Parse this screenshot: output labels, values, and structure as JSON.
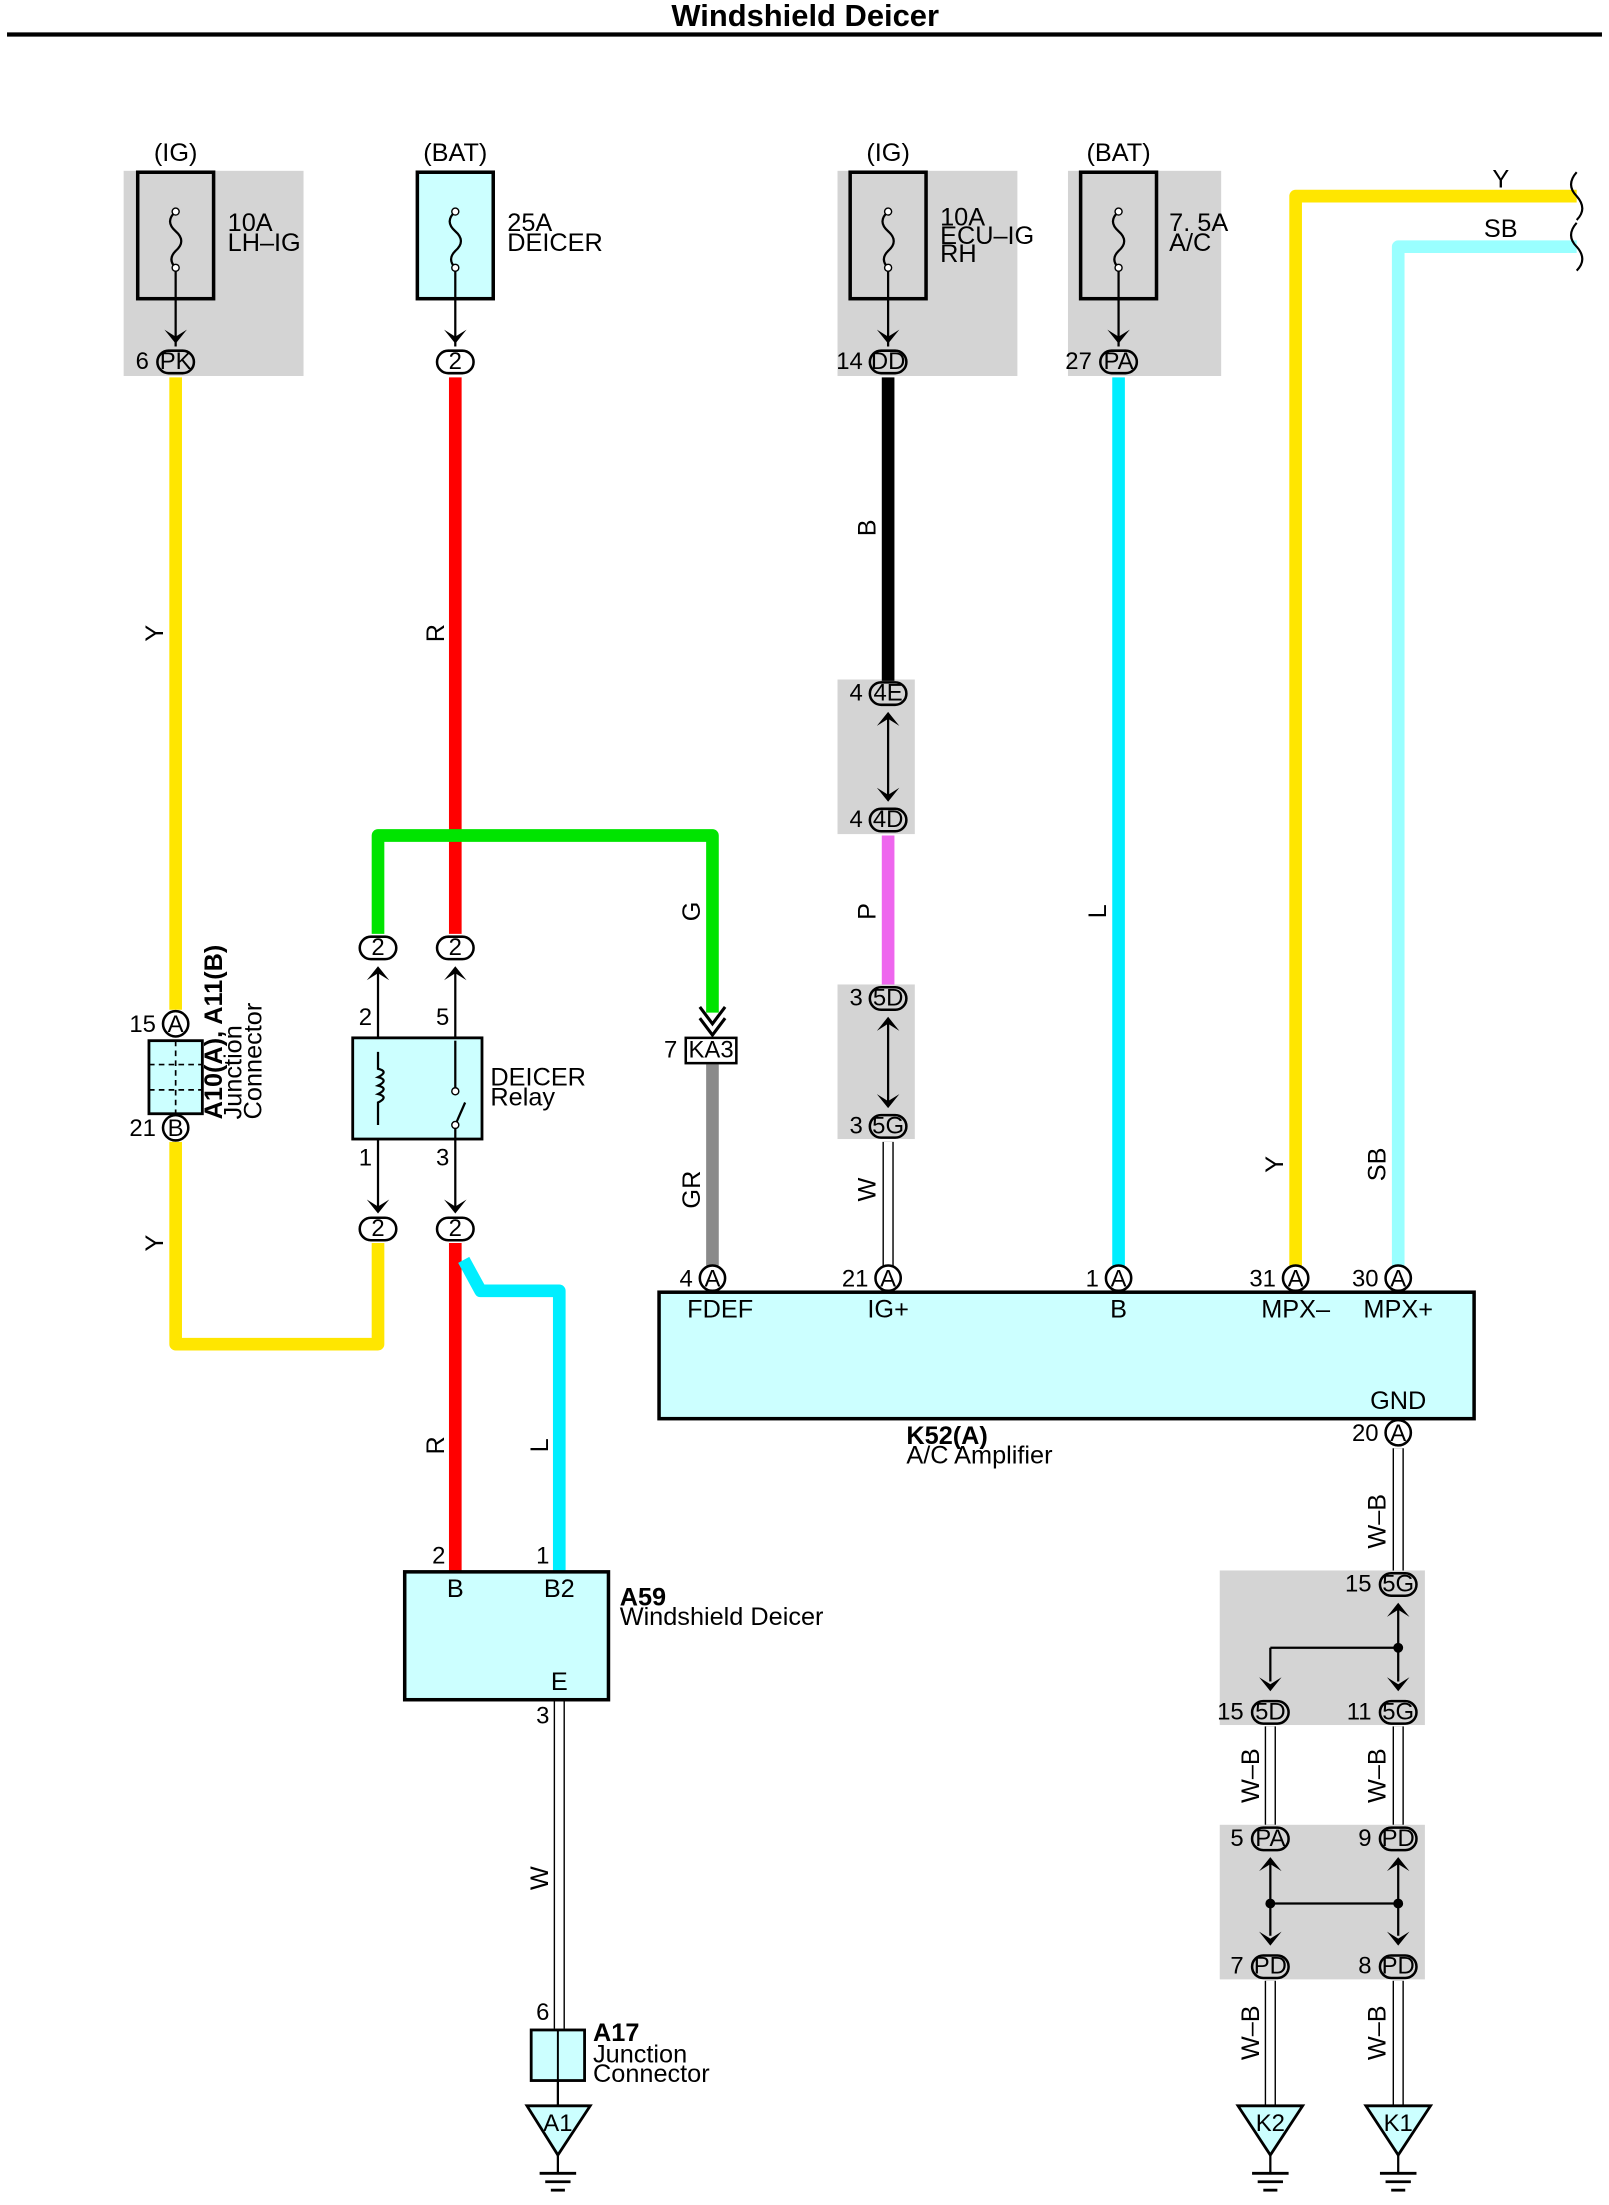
{
  "title": "Windshield Deicer",
  "fuses": {
    "lh_ig": {
      "source": "(IG)",
      "rating": "10A",
      "name": "LH–IG"
    },
    "deicer": {
      "source": "(BAT)",
      "rating": "25A",
      "name": "DEICER"
    },
    "ecu_ig": {
      "source": "(IG)",
      "rating": "10A",
      "name": "ECU–IG",
      "name2": "RH"
    },
    "ac": {
      "source": "(BAT)",
      "rating": "7. 5A",
      "name": "A/C"
    }
  },
  "pins": {
    "pk": "PK",
    "pk_num": "6",
    "two": "2",
    "dd": "DD",
    "dd_num": "14",
    "pa": "PA",
    "pa_num_fuse": "27",
    "pd": "PD",
    "c4e": "4E",
    "c4d": "4D",
    "c5d": "5D",
    "c5g": "5G",
    "ka3": "KA3",
    "a": "A",
    "b": "B",
    "num3": "3",
    "num4": "4",
    "num5": "5",
    "num7": "7",
    "num8": "8",
    "num9": "9",
    "num11": "11",
    "num15": "15",
    "num21": "21",
    "relay1": "1",
    "relay2": "2",
    "relay3": "3",
    "relay5": "5"
  },
  "wire_labels": {
    "y": "Y",
    "r": "R",
    "b": "B",
    "g": "G",
    "p": "P",
    "l": "L",
    "gr": "GR",
    "w": "W",
    "sb": "SB",
    "wb": "W–B"
  },
  "wire_colors": {
    "Y": "#ffe600",
    "R": "#ff0000",
    "G": "#00e400",
    "GR": "#8a8a8a",
    "B": "#000000",
    "P": "#ee66ee",
    "L": "#00eeff",
    "SB": "#99ffff",
    "W": "#ffffff",
    "component_fill": "#ccffff",
    "junction_bg": "#d4d4d4"
  },
  "components": {
    "a10": {
      "code": "A10(A), A11(B)",
      "name1": "Junction",
      "name2": "Connector"
    },
    "relay": {
      "name1": "DEICER",
      "name2": "Relay"
    }
  },
  "amplifier": {
    "code": "K52(A)",
    "name": "A/C Amplifier",
    "pins": [
      {
        "num": "4",
        "label": "FDEF"
      },
      {
        "num": "21",
        "label": "IG+"
      },
      {
        "num": "1",
        "label": "B"
      },
      {
        "num": "31",
        "label": "MPX–"
      },
      {
        "num": "30",
        "label": "MPX+"
      }
    ],
    "gnd_label": "GND",
    "gnd_num": "20"
  },
  "deicer": {
    "code": "A59",
    "name": "Windshield Deicer",
    "pin_b": "B",
    "pin_b_num": "2",
    "pin_b2": "B2",
    "pin_b2_num": "1",
    "pin_e": "E",
    "pin_e_num": "3"
  },
  "a17": {
    "code": "A17",
    "name1": "Junction",
    "name2": "Connector",
    "pin_num": "6"
  },
  "grounds": {
    "a1": "A1",
    "k2": "K2",
    "k1": "K1"
  }
}
